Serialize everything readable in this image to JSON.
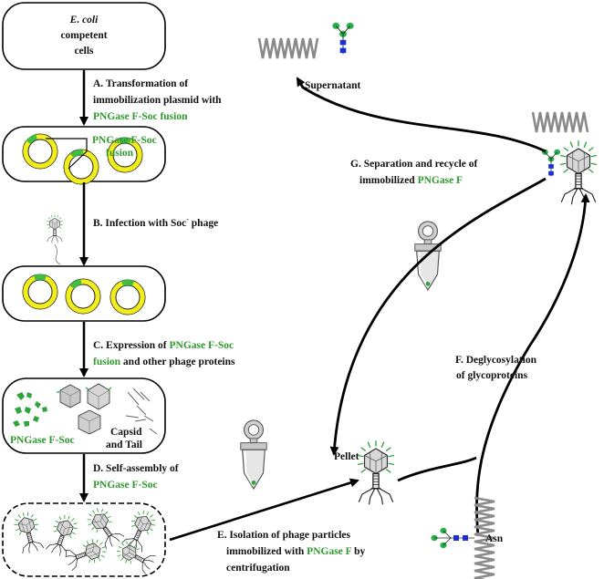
{
  "cells": {
    "line1": "E. coli",
    "line2": "competent",
    "line3": "cells"
  },
  "steps": {
    "a_line1": "A. Transformation of",
    "a_line2": "immobilization plasmid with",
    "a_line3_green": "PNGase F-Soc fusion",
    "b_prefix": "B. Infection with Soc",
    "b_superscript": "-",
    "b_suffix": " phage",
    "c_line1_prefix": "C. Expression of ",
    "c_line1_green": "PNGase F-Soc",
    "c_line2_green": "fusion",
    "c_line2_suffix": " and other phage proteins",
    "d_line1": "D. Self-assembly of",
    "d_line2_green": "PNGase F-Soc",
    "e_line1": "E. Isolation of phage particles",
    "e_line2_prefix": "immobilized with ",
    "e_line2_green": "PNGase F",
    "e_line2_suffix": " by",
    "e_line3": "centrifugation",
    "f_line1": "F. Deglycosylation",
    "f_line2": "of  glycoproteins",
    "g_line1": "G. Separation and recycle of",
    "g_line2_prefix": "immobilized ",
    "g_line2_green": "PNGase F"
  },
  "labels": {
    "plasmid_fusion_line1": "PNGase F-Soc",
    "plasmid_fusion_line2": "fusion",
    "pngase_soc": "PNGase F-Soc",
    "capsid_line1": "Capsid",
    "capsid_line2": "and Tail",
    "supernatant": "Supernatant",
    "pellet": "Pellet",
    "asn": "Asn"
  },
  "colors": {
    "green_text": "#2e9a2e",
    "plasmid_ring": "#f2ee1c",
    "plasmid_green": "#3fbf3f",
    "glycan_green": "#27b04a",
    "glycan_blue": "#1a2fd6",
    "protein_gray": "#8a8a8a"
  }
}
